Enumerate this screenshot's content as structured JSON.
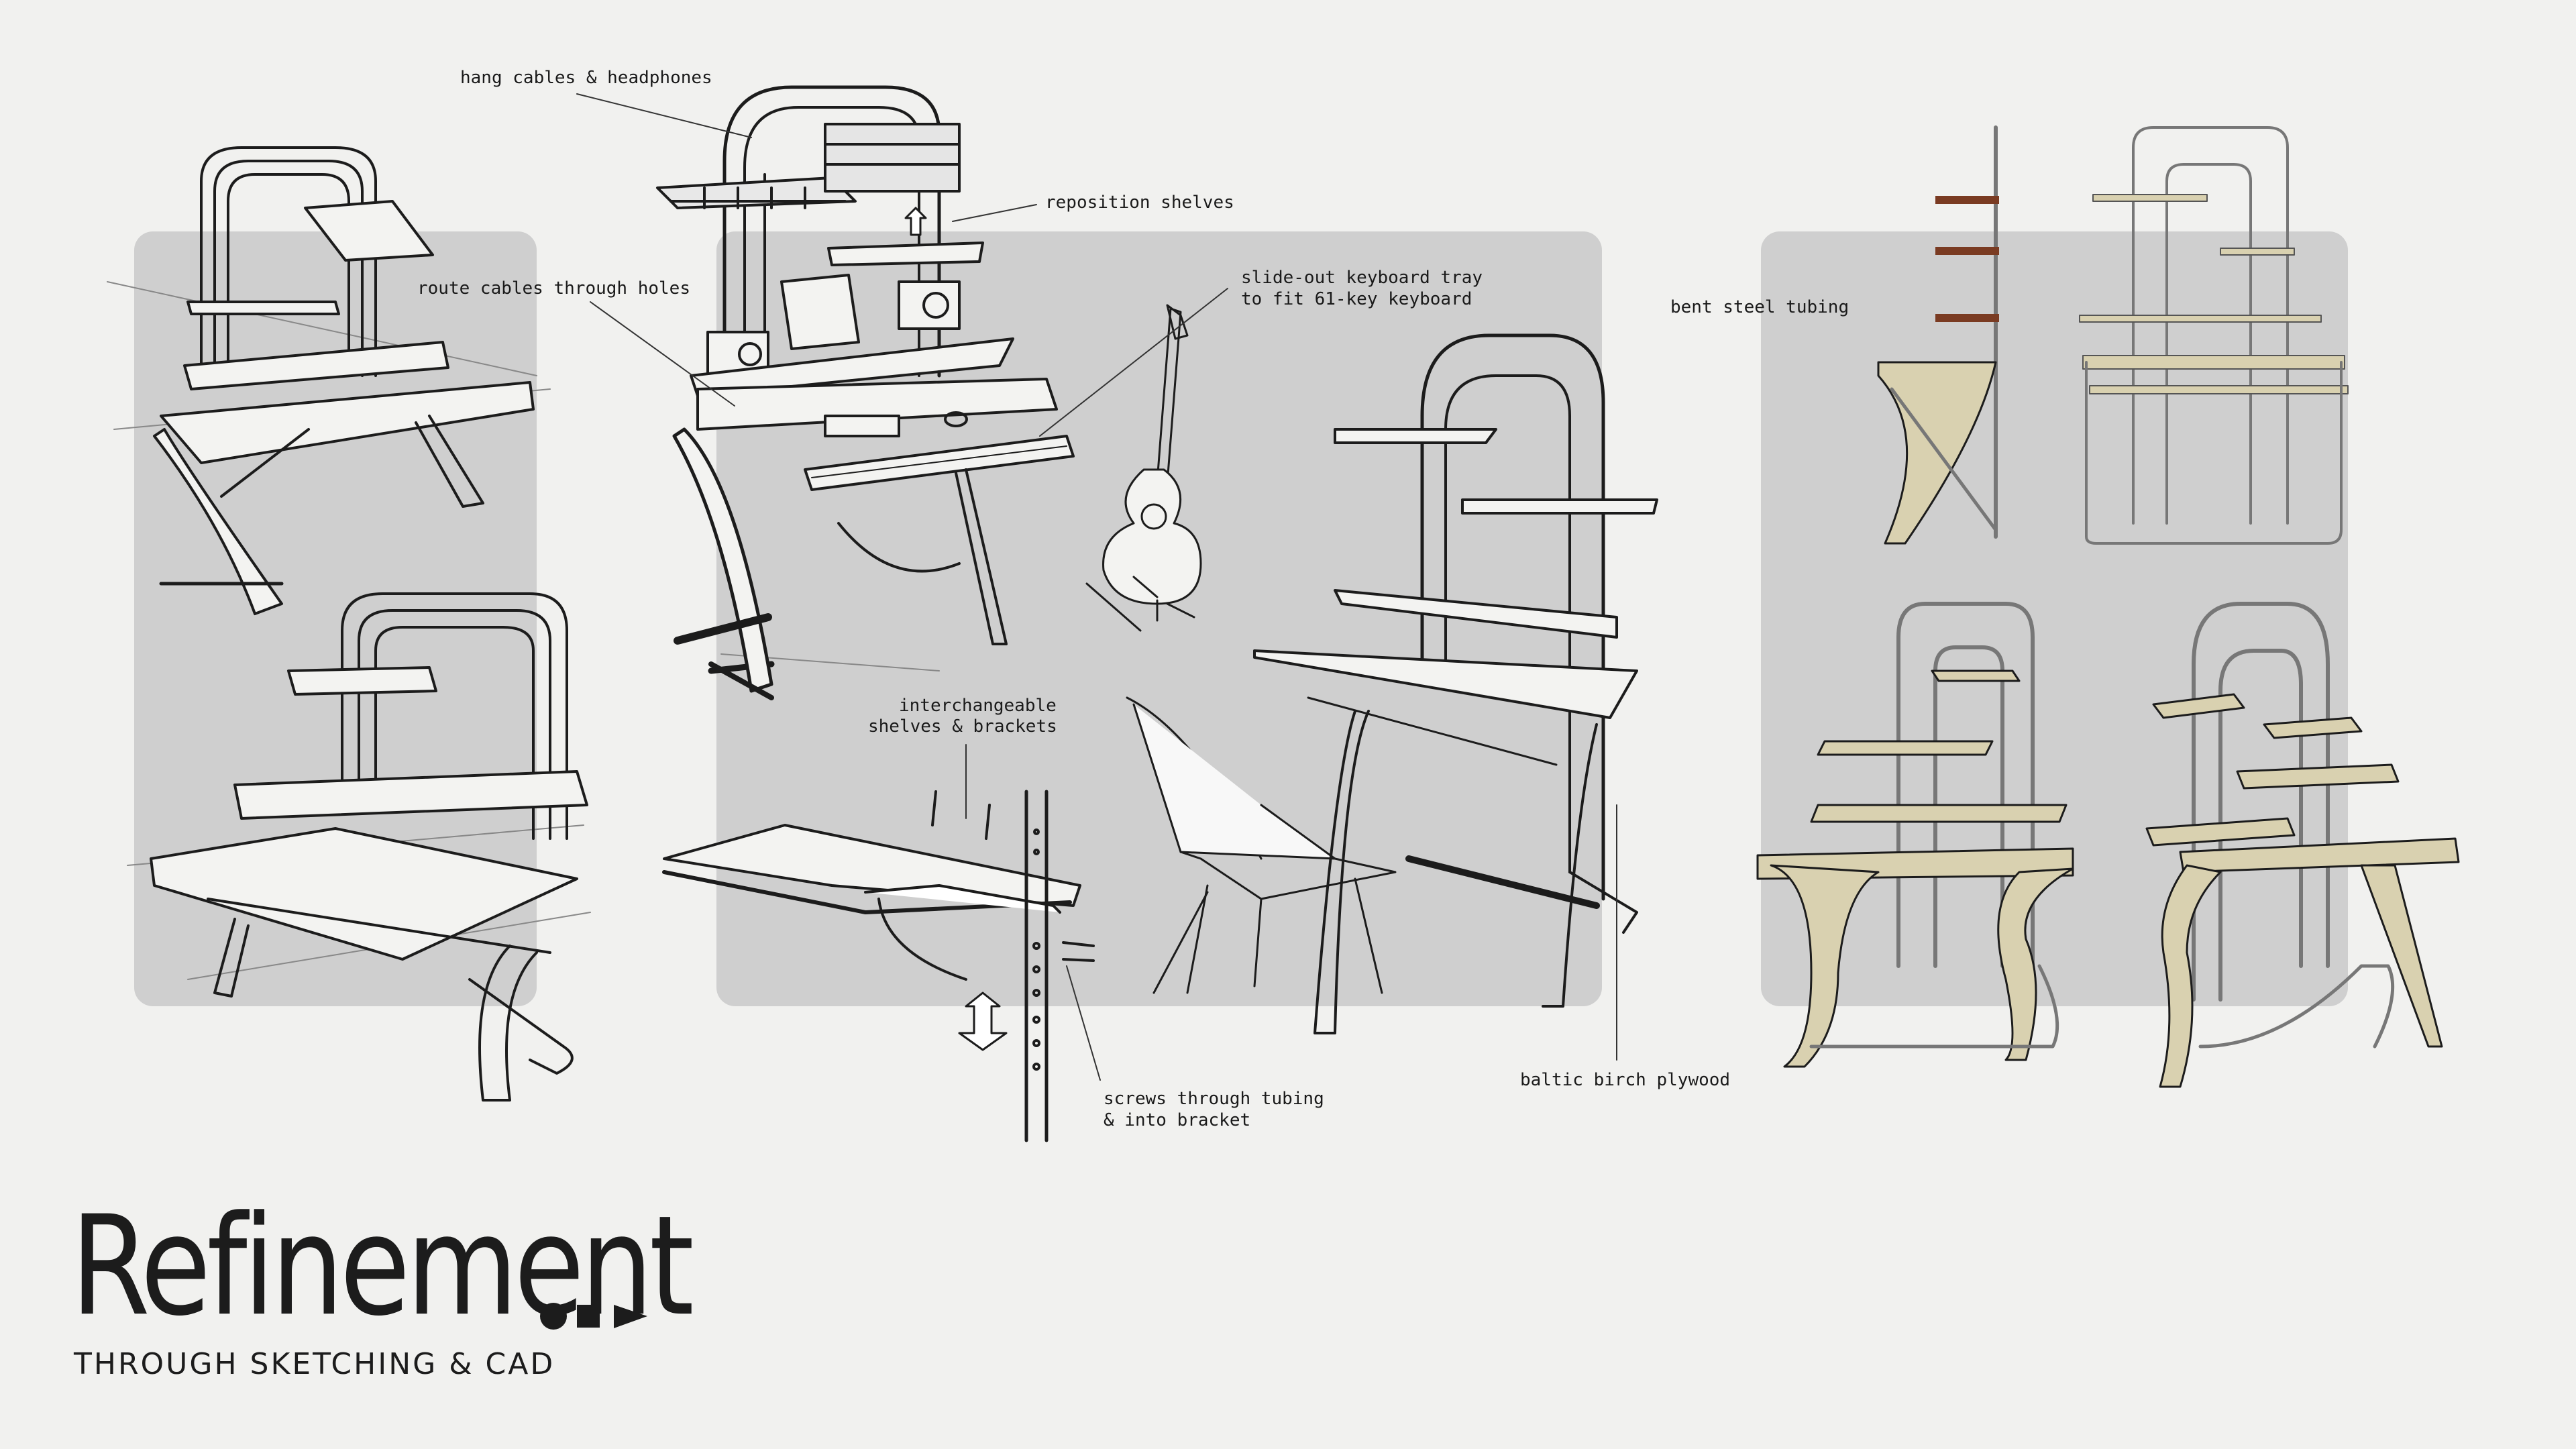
{
  "title": "Refinement",
  "subtitle": "THROUGH SKETCHING & CAD",
  "annotations": {
    "hang_cables": "hang cables & headphones",
    "reposition_shelves": "reposition shelves",
    "route_cables": "route cables through holes",
    "keyboard_tray_line1": "slide-out keyboard tray",
    "keyboard_tray_line2": "to fit 61-key keyboard",
    "bent_steel": "bent steel tubing",
    "interchangeable_line1": "interchangeable",
    "interchangeable_line2": "shelves & brackets",
    "screws_line1": "screws through tubing",
    "screws_line2": "& into bracket",
    "plywood": "baltic birch plywood"
  },
  "colors": {
    "background": "#f1f1ef",
    "panel": "#cfcfcf",
    "ink": "#1c1c1c",
    "plywood": "#d9d1b0",
    "steel": "#8a8a8a",
    "wood_edge": "#7a3b22"
  }
}
